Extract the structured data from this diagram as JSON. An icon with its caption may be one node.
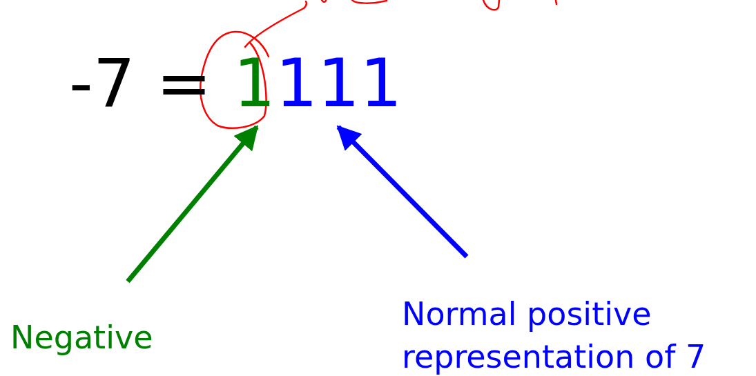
{
  "diagram": {
    "nodes": [
      {
        "text": [
          "1"
        ]
      },
      {
        "text": [
          "111"
        ]
      },
      {
        "text": [
          "Negative"
        ]
      },
      {
        "text": [
          "Normal positive representation of 7"
        ]
      }
    ],
    "edges": [
      {
        "from": 2,
        "to": 0,
        "arrow": "to",
        "color": "#008000"
      },
      {
        "from": 3,
        "to": 1,
        "arrow": "to",
        "color": "#0000ff"
      }
    ],
    "labels": [
      "-7 ="
    ]
  }
}
